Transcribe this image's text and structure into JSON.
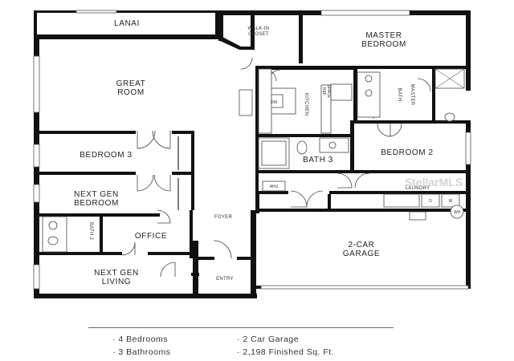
{
  "rooms": {
    "lanai": "LANAI",
    "walk_in_closet_line1": "WALK-IN",
    "walk_in_closet_line2": "CLOSET",
    "master_bedroom_line1": "MASTER",
    "master_bedroom_line2": "BEDROOM",
    "great_room_line1": "GREAT",
    "great_room_line2": "ROOM",
    "kitchen": "KITCHEN",
    "dw": "DW",
    "ref_space_line1": "REF",
    "ref_space_line2": "SPACE",
    "master_bath_line1": "MASTER",
    "master_bath_line2": "BATH",
    "bedroom_3": "BEDROOM 3",
    "bath_3": "BATH 3",
    "bedroom_2": "BEDROOM 2",
    "ahu": "AHU",
    "laundry": "LAUNDRY",
    "next_gen_bedroom_line1": "NEXT GEN",
    "next_gen_bedroom_line2": "BEDROOM",
    "foyer": "FOYER",
    "bath_2": "BATH 2",
    "office": "OFFICE",
    "garage_line1": "2-CAR",
    "garage_line2": "GARAGE",
    "next_gen_living_line1": "NEXT GEN",
    "next_gen_living_line2": "LIVING",
    "entry": "ENTRY",
    "washer": "W",
    "dryer": "D",
    "water_heater": "WH"
  },
  "watermark": "StellarMLS",
  "features": [
    "· 4 Bedrooms",
    "· 3 Bathrooms",
    "· 2 Car Garage",
    "· 2,198 Finished Sq. Ft."
  ]
}
